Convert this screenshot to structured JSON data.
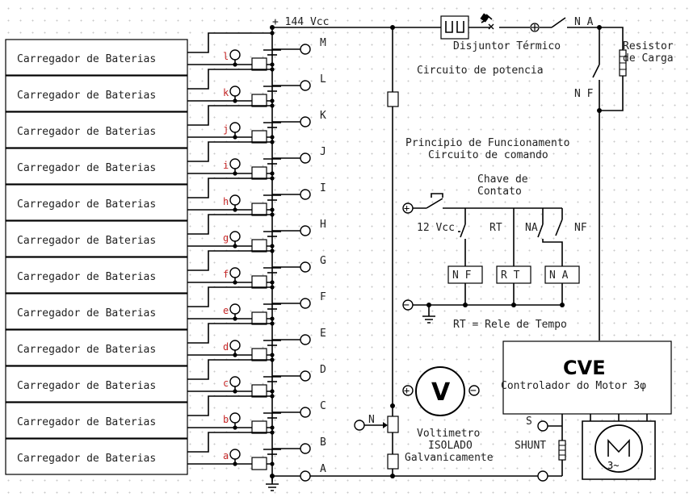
{
  "chargers": {
    "label": "Carregador de Baterias",
    "rows": [
      {
        "node": "l",
        "tap": "M"
      },
      {
        "node": "k",
        "tap": "L"
      },
      {
        "node": "j",
        "tap": "K"
      },
      {
        "node": "i",
        "tap": "J"
      },
      {
        "node": "h",
        "tap": "I"
      },
      {
        "node": "g",
        "tap": "H"
      },
      {
        "node": "f",
        "tap": "G"
      },
      {
        "node": "e",
        "tap": "F"
      },
      {
        "node": "d",
        "tap": "E"
      },
      {
        "node": "c",
        "tap": "D"
      },
      {
        "node": "b",
        "tap": "C"
      },
      {
        "node": "a",
        "tap": "B"
      }
    ],
    "bottom_tap": "A"
  },
  "power": {
    "voltage": "+ 144 Vcc",
    "breaker": "Disjuntor Térmico",
    "title": "Circuito de potencia",
    "na": "N A",
    "nf": "N F",
    "resistor": "Resistor",
    "resistor_2": "de Carga"
  },
  "command": {
    "title": "Principio de Funcionamento",
    "subtitle": "Circuito de comando",
    "key": "Chave de",
    "key_2": "Contato",
    "vcc": "12 Vcc",
    "rt_contact": "RT",
    "na_contact": "NA",
    "nf_contact": "NF",
    "relay_nf": "N F",
    "relay_rt": "R T",
    "relay_na": "N A",
    "rt_note": "RT = Rele de Tempo",
    "plus": "+",
    "minus": "−"
  },
  "controller": {
    "name": "CVE",
    "desc": "Controlador do Motor 3φ",
    "s_label": "S",
    "shunt": "SHUNT"
  },
  "voltmeter": {
    "symbol": "V",
    "n_label": "N",
    "text_1": "Voltimetro",
    "text_2": "ISOLADO",
    "text_3": "Galvanicamente",
    "plus": "+",
    "minus": "−"
  },
  "motor": {
    "symbol": "3~"
  },
  "icons": [
    "battery-cell-icon",
    "terminal-icon",
    "breaker-icon",
    "switch-icon",
    "resistor-icon",
    "relay-coil-icon",
    "ground-icon",
    "voltmeter-icon",
    "motor-icon"
  ]
}
